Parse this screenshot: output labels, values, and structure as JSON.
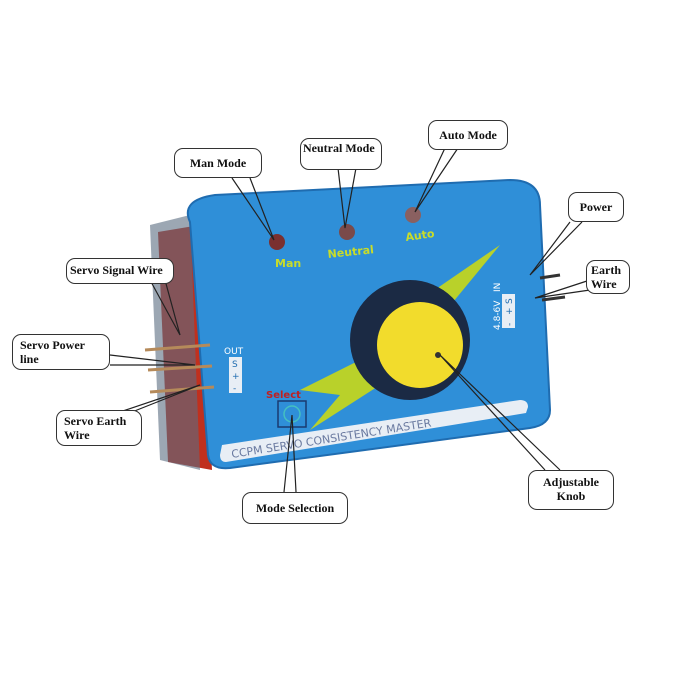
{
  "callouts": {
    "man_mode": "Man Mode",
    "neutral_mode": "Neutral Mode",
    "auto_mode": "Auto Mode",
    "power": "Power",
    "earth_wire": "Earth Wire",
    "servo_signal_wire": "Servo Signal Wire",
    "servo_power_line": "Servo Power line",
    "servo_earth_wire": "Servo Earth Wire",
    "mode_selection": "Mode Selection",
    "adjustable_knob": "Adjustable Knob"
  },
  "device": {
    "led_man": "Man",
    "led_neutral": "Neutral",
    "led_auto": "Auto",
    "out_label": "OUT",
    "out_pins": [
      "S",
      "+",
      "-"
    ],
    "in_label": "IN",
    "in_pins": [
      "S",
      "+",
      "-"
    ],
    "voltage": "4.8-6V",
    "select_label": "Select",
    "brand": "CCPM SERVO CONSISTENCY MASTER"
  },
  "colors": {
    "body": "#2f8fd8",
    "accent": "#b9d12a",
    "knob": "#f2dc2c"
  }
}
